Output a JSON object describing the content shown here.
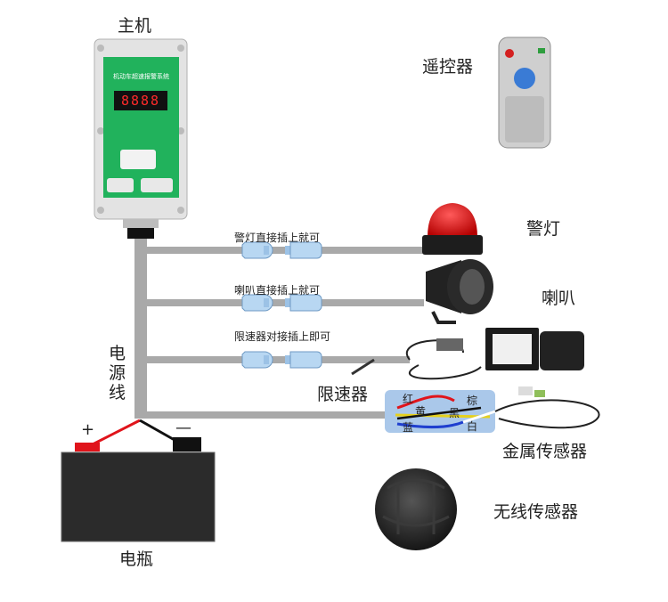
{
  "labels": {
    "host": "主机",
    "remote": "遥控器",
    "warning_light": "警灯",
    "horn": "喇叭",
    "limiter": "限速器",
    "power_line": [
      "电",
      "源",
      "线"
    ],
    "metal_sensor": "金属传感器",
    "wireless_sensor": "无线传感器",
    "battery": "电瓶"
  },
  "cable_notes": {
    "light": "警灯直接插上就可",
    "horn": "喇叭直接插上就可",
    "limiter": "限速器对接插上即可"
  },
  "wire_colors": {
    "red": "红",
    "yellow": "黄",
    "brown": "棕",
    "black": "黑",
    "blue": "蓝",
    "white": "白"
  },
  "battery_terminals": {
    "positive": "+",
    "negative": "—"
  },
  "device": {
    "title": "机动车超速报警系统",
    "display": "8888"
  },
  "palette": {
    "cable": "#a9a9a9",
    "connector": "#b8d7f2",
    "device_green": "#21b25c",
    "wire_box": "#aac8ea",
    "battery": "#2b2b2b",
    "red_wire": "#e0141b"
  }
}
